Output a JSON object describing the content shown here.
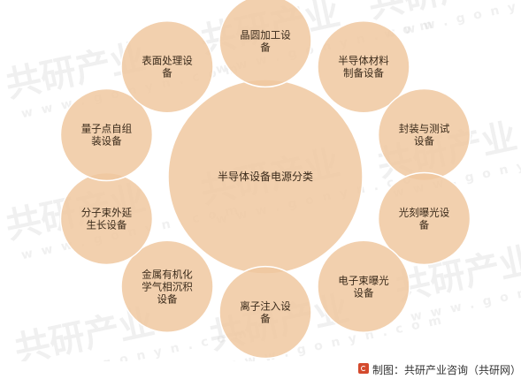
{
  "center": {
    "label": "半导体设备电源分类"
  },
  "nodes": [
    {
      "lines": [
        "晶圆加工设",
        "备"
      ]
    },
    {
      "lines": [
        "半导体材料",
        "制备设备"
      ]
    },
    {
      "lines": [
        "封装与测试",
        "设备"
      ]
    },
    {
      "lines": [
        "光刻曝光设",
        "备"
      ]
    },
    {
      "lines": [
        "电子束曝光",
        "设备"
      ]
    },
    {
      "lines": [
        "离子注入设",
        "备"
      ]
    },
    {
      "lines": [
        "金属有机化",
        "学气相沉积",
        "设备"
      ]
    },
    {
      "lines": [
        "分子束外延",
        "生长设备"
      ]
    },
    {
      "lines": [
        "量子点自组",
        "装设备"
      ]
    },
    {
      "lines": [
        "表面处理设",
        "备"
      ]
    }
  ],
  "watermark": {
    "text": "共研产业",
    "url": "www.gonyn.com"
  },
  "footer": {
    "text": "制图：共研产业咨询（共研网）"
  },
  "colors": {
    "circle_fill": "#f0c8a0",
    "stroke": "#ffffff",
    "logo": "#d44a2d"
  }
}
